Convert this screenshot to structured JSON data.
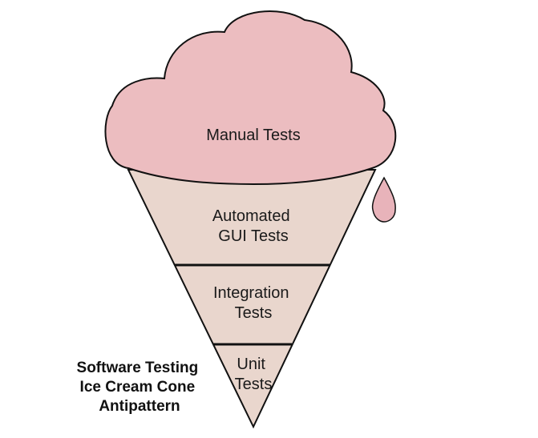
{
  "diagram": {
    "caption": [
      "Software Testing",
      "Ice Cream Cone",
      "Antipattern"
    ],
    "layers": {
      "manual": [
        "Manual Tests"
      ],
      "gui": [
        "Automated",
        "GUI Tests"
      ],
      "integration": [
        "Integration",
        "Tests"
      ],
      "unit": [
        "Unit",
        "Tests"
      ]
    }
  },
  "colors": {
    "scoop": "#ecbdc0",
    "cone": "#e9d6cd",
    "drip": "#e8b3ba",
    "outline": "#111111"
  }
}
